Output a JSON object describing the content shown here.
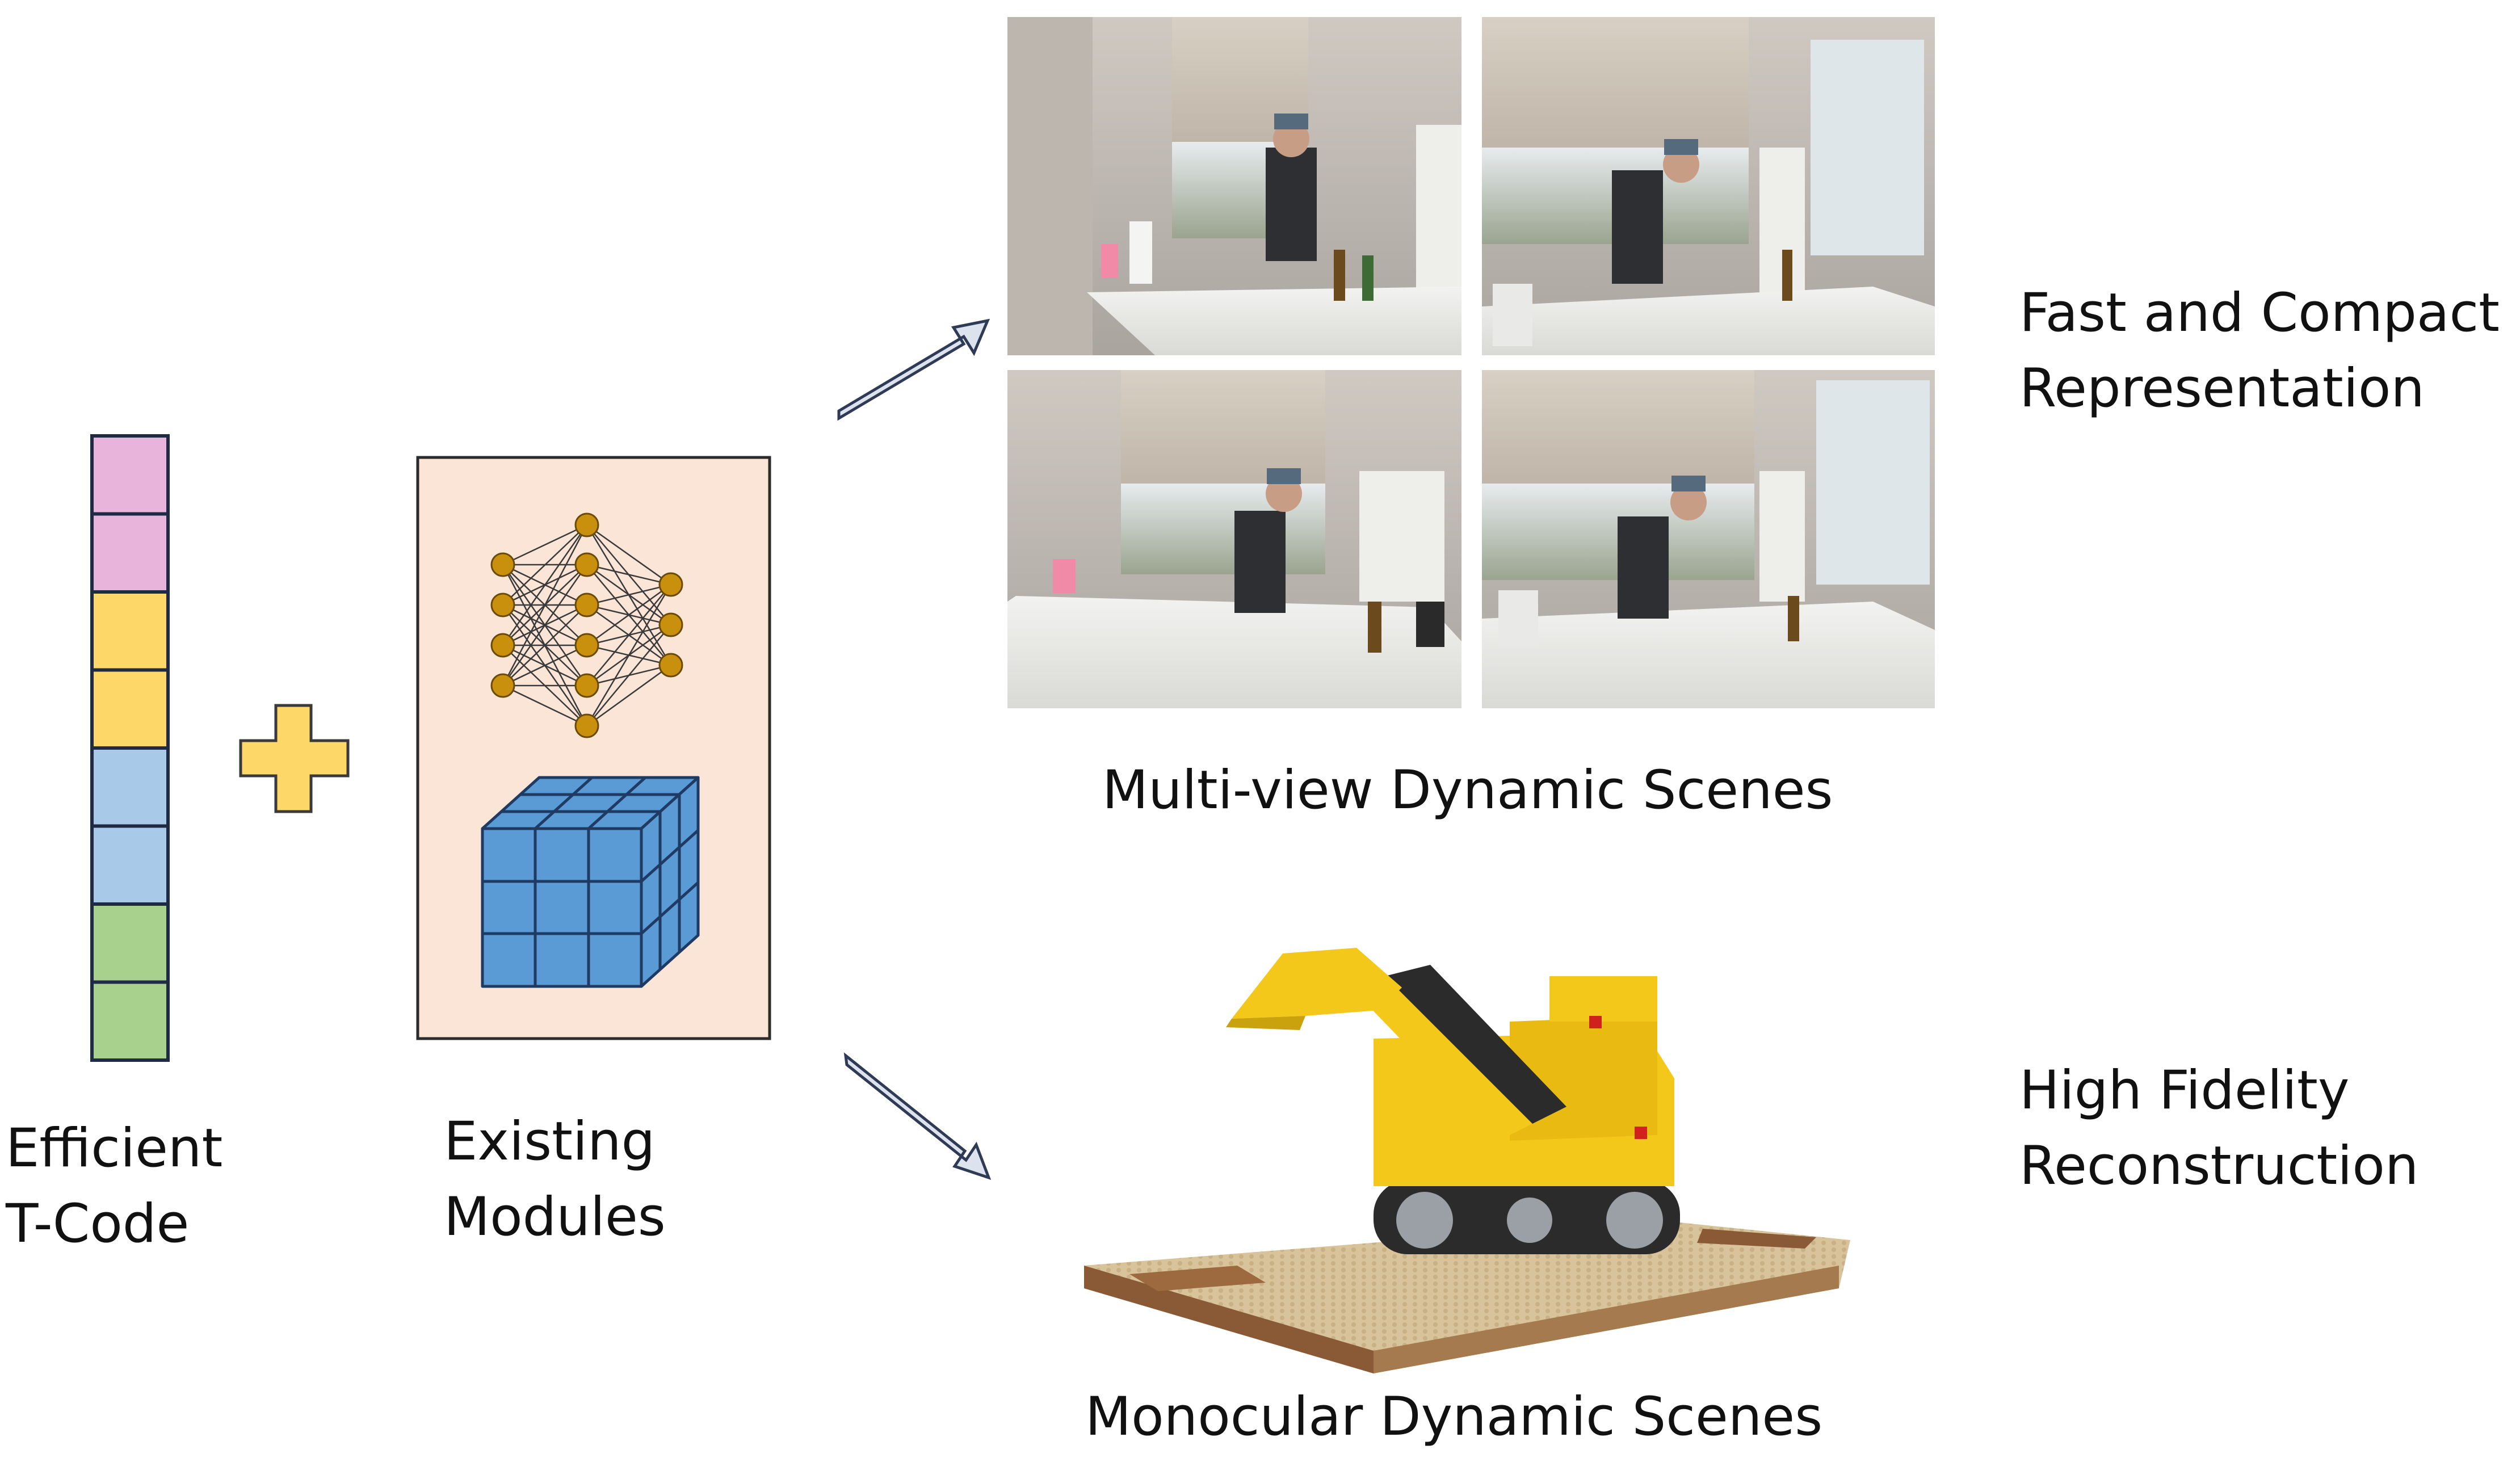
{
  "left_labels": {
    "tcode_line1": "Efficient",
    "tcode_line2": "T-Code",
    "modules_line1": "Existing",
    "modules_line2": "Modules"
  },
  "captions": {
    "multiview": "Multi-view Dynamic Scenes",
    "monocular": "Monocular Dynamic Scenes"
  },
  "right_labels": {
    "top_line1": "Fast and Compact",
    "top_line2": "Representation",
    "bottom_line1": "High Fidelity",
    "bottom_line2": "Reconstruction"
  },
  "tcode_colors": [
    "#e8b4dc",
    "#e8b4dc",
    "#fdd767",
    "#fdd767",
    "#a8c9e8",
    "#a8c9e8",
    "#a9d18e",
    "#a9d18e"
  ],
  "colors": {
    "plus": "#fdd767",
    "modules_panel": "#fbe5d6",
    "neuron": "#c8900c",
    "cube": "#5b9bd5",
    "arrow_fill": "#dde3ee",
    "arrow_stroke": "#2f3a55"
  }
}
